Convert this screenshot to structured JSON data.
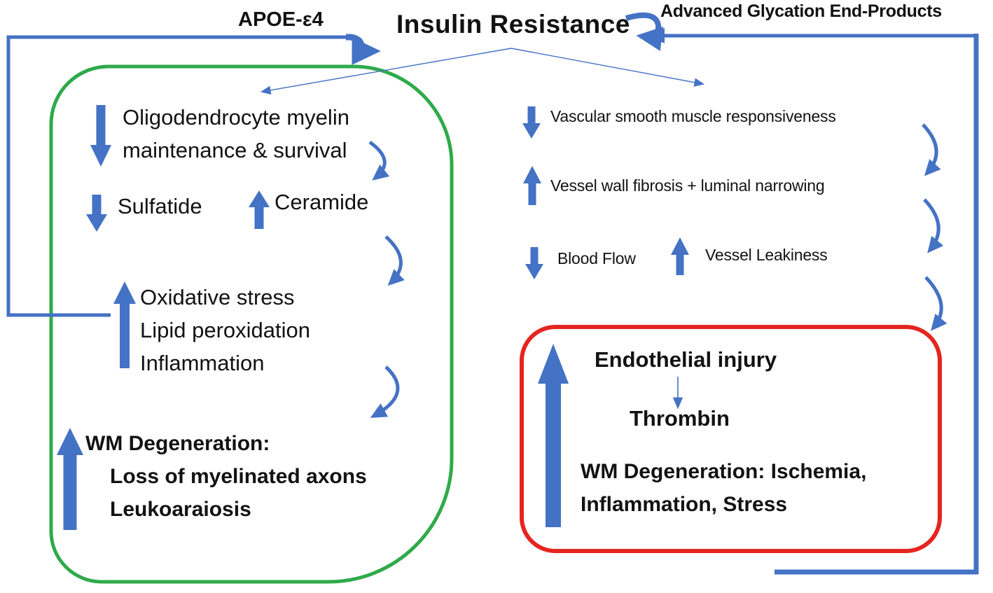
{
  "header": {
    "title": "Insulin Resistance",
    "left_factor": "APOE-ε4",
    "right_factor": "Advanced Glycation End-Products"
  },
  "myelin_box": {
    "oligo_line1": "Oligodendrocyte myelin",
    "oligo_line2": "maintenance & survival",
    "oligo_change": "decrease",
    "sulfatide": "Sulfatide",
    "sulfatide_change": "decrease",
    "ceramide": "Ceramide",
    "ceramide_change": "increase",
    "stress_line1": "Oxidative stress",
    "stress_line2": "Lipid peroxidation",
    "stress_line3": "Inflammation",
    "stress_change": "increase",
    "wm_line1": "WM Degeneration:",
    "wm_line2": "Loss of myelinated axons",
    "wm_line3": "Leukoaraiosis",
    "wm_change": "increase"
  },
  "vascular_column": {
    "smooth_muscle": "Vascular smooth muscle responsiveness",
    "smooth_muscle_change": "decrease",
    "fibrosis": "Vessel wall fibrosis + luminal narrowing",
    "fibrosis_change": "increase",
    "blood_flow": "Blood Flow",
    "blood_flow_change": "decrease",
    "leakiness": "Vessel Leakiness",
    "leakiness_change": "increase"
  },
  "injury_box": {
    "endothelial": "Endothelial injury",
    "thrombin": "Thrombin",
    "wm_line1": "WM Degeneration: Ischemia,",
    "wm_line2": "Inflammation, Stress",
    "wm_change": "increase"
  },
  "colors": {
    "arrow_blue": "#4472C4",
    "box_green": "#2FAA4A",
    "box_red": "#E52520",
    "text_black": "#121212"
  }
}
